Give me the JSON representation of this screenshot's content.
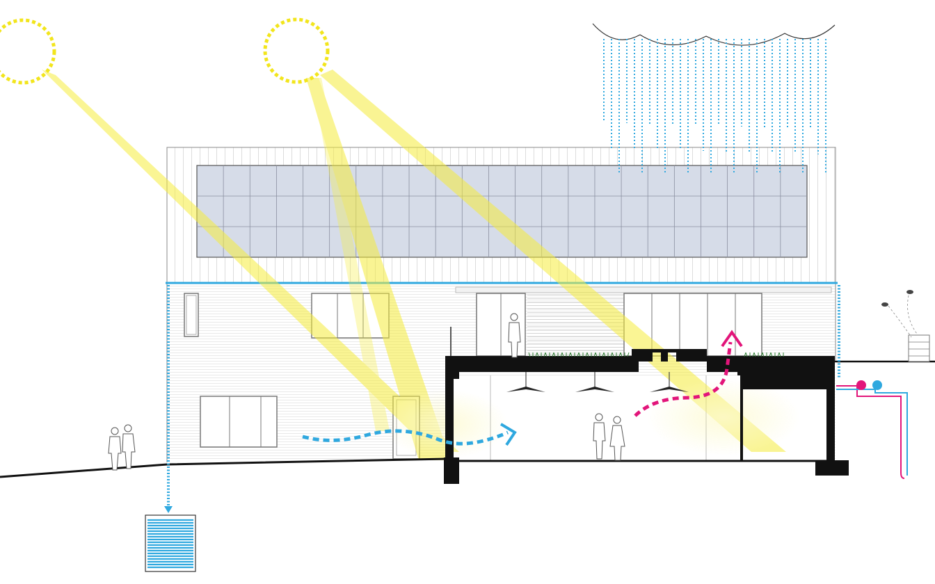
{
  "diagram": {
    "type": "building-section-sustainability-diagram",
    "elements": [
      "sun-icon",
      "sun-icon",
      "rain-cloud-icon",
      "solar-panel-array",
      "rain-gutter",
      "downspout",
      "cistern-tank",
      "green-roof",
      "cool-air-flow-arrow",
      "warm-air-exhaust-arrow",
      "ceiling-fan-icon",
      "beehive-icon",
      "bee-icon",
      "people-figures",
      "geothermal-loop"
    ],
    "colors": {
      "sun": "#f2e51c",
      "sunbeam": "#f5ec3c",
      "water": "#2fa8df",
      "warm_air": "#e2157a",
      "panel": "#d6dce8",
      "structure": "#111111",
      "line": "#7a7a7a"
    }
  }
}
